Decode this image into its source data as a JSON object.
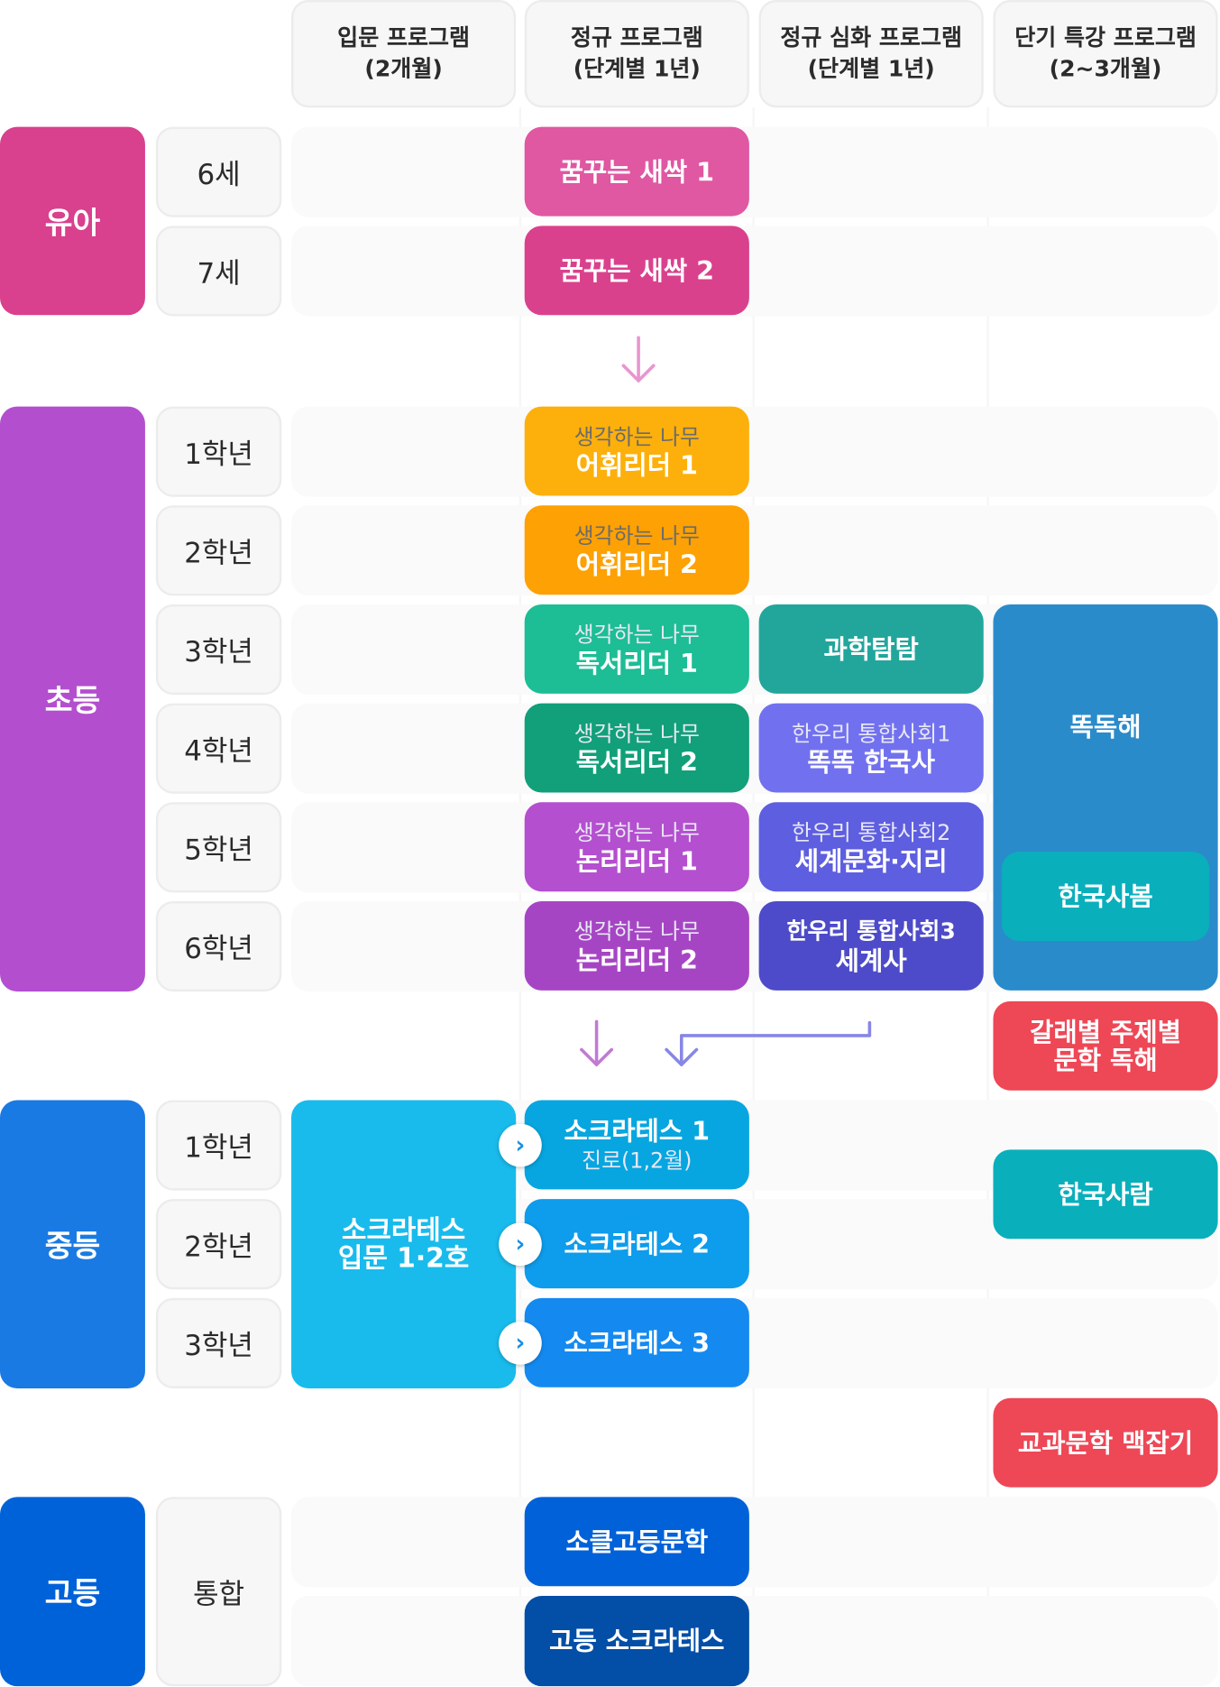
{
  "headers": [
    {
      "line1": "입문 프로그램",
      "line2": "(2개월)"
    },
    {
      "line1": "정규 프로그램",
      "line2": "(단계별 1년)"
    },
    {
      "line1": "정규 심화 프로그램",
      "line2": "(단계별 1년)"
    },
    {
      "line1": "단기 특강 프로그램",
      "line2": "(2~3개월)"
    }
  ],
  "levels": {
    "preschool": {
      "label": "유아",
      "color": "#d9408e",
      "grades": [
        "6세",
        "7세"
      ]
    },
    "elementary": {
      "label": "초등",
      "color": "#b34fcf",
      "grades": [
        "1학년",
        "2학년",
        "3학년",
        "4학년",
        "5학년",
        "6학년"
      ]
    },
    "middle": {
      "label": "중등",
      "color": "#1a7ae3",
      "grades": [
        "1학년",
        "2학년",
        "3학년"
      ]
    },
    "high": {
      "label": "고등",
      "color": "#0062d8",
      "grades": [
        "통합"
      ]
    }
  },
  "regular": {
    "preschool": [
      {
        "main": "꿈꾸는 새싹 1",
        "color": "#e057a2"
      },
      {
        "main": "꿈꾸는 새싹 2",
        "color": "#da418d"
      }
    ],
    "elementary": [
      {
        "sub": "생각하는 나무",
        "main": "어휘리더 1",
        "color": "#fdb00b"
      },
      {
        "sub": "생각하는 나무",
        "main": "어휘리더 2",
        "color": "#fda104"
      },
      {
        "sub": "생각하는 나무",
        "main": "독서리더 1",
        "color": "#1dbd96"
      },
      {
        "sub": "생각하는 나무",
        "main": "독서리더 2",
        "color": "#11a079"
      },
      {
        "sub": "생각하는 나무",
        "main": "논리리더 1",
        "color": "#b44fcf"
      },
      {
        "sub": "생각하는 나무",
        "main": "논리리더 2",
        "color": "#a645c4"
      }
    ],
    "middle": [
      {
        "main": "소크라테스 1",
        "sub": "진로(1,2월)",
        "color": "#07a6e0"
      },
      {
        "main": "소크라테스 2",
        "color": "#0e9cec"
      },
      {
        "main": "소크라테스 3",
        "color": "#148af0"
      }
    ],
    "high": [
      {
        "main": "소클고등문학",
        "color": "#0061d8"
      },
      {
        "main": "고등 소크라테스",
        "color": "#034ea7"
      }
    ]
  },
  "intro": {
    "middle": {
      "line1": "소크라테스",
      "line2": "입문 1·2호",
      "color": "#19bbec"
    }
  },
  "advanced": {
    "elementary": [
      {
        "main": "과학탐탐",
        "color": "#22a69c"
      },
      {
        "sub": "한우리 통합사회1",
        "main": "똑똑 한국사",
        "color": "#7171ef"
      },
      {
        "sub": "한우리 통합사회2",
        "main": "세계문화·지리",
        "color": "#5e5ee0"
      },
      {
        "sub": "한우리 통합사회3",
        "main": "세계사",
        "color": "#4d4bc9"
      }
    ]
  },
  "special": {
    "ttokdokhae": {
      "main": "똑독해",
      "color": "#2a8bcb"
    },
    "hanguksabom": {
      "main": "한국사봄",
      "color": "#0aafbc"
    },
    "genre_literature": {
      "line1": "갈래별 주제별",
      "line2": "문학 독해",
      "color": "#ee4756"
    },
    "hanguksaram": {
      "main": "한국사람",
      "color": "#0aafbc"
    },
    "textbook_literature": {
      "main": "교과문학 맥잡기",
      "color": "#ee4756"
    }
  },
  "arrows": {
    "pink": "#e896cf",
    "purple": "#c07bd4",
    "indigo": "#8787e6",
    "chevron_icon": "›"
  }
}
